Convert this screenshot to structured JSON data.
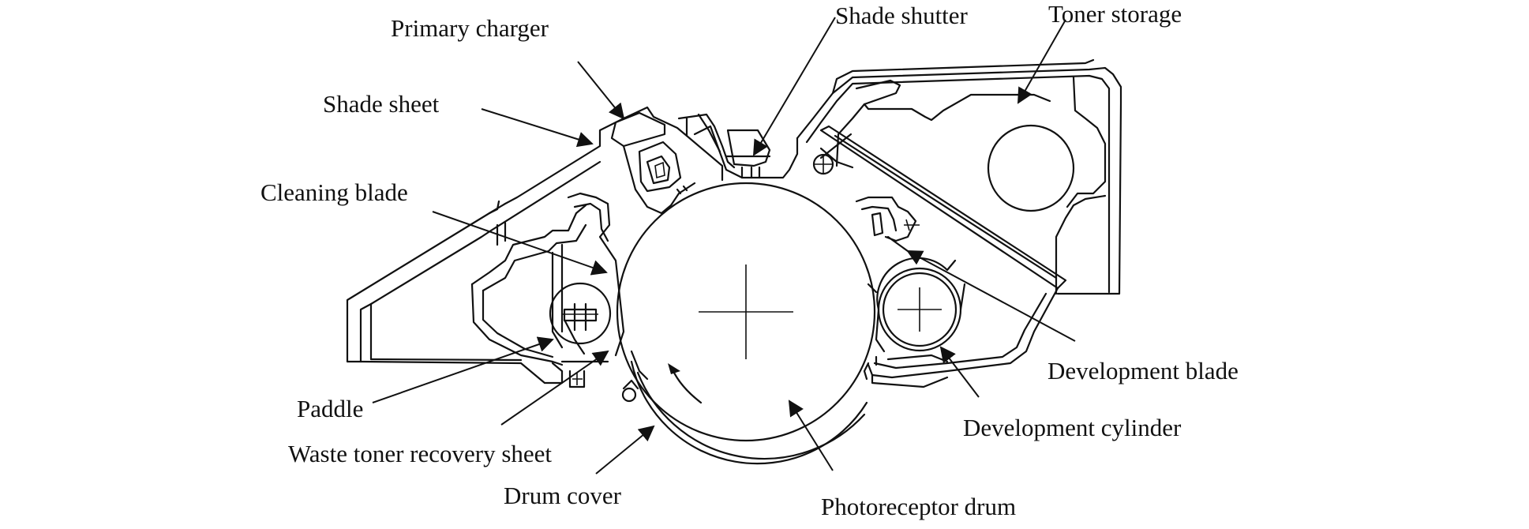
{
  "diagram": {
    "labels": {
      "primary_charger": "Primary  charger",
      "shade_sheet": "Shade sheet",
      "cleaning_blade": "Cleaning blade",
      "paddle": "Paddle",
      "waste_toner_recovery_sheet": "Waste toner recovery sheet",
      "drum_cover": "Drum cover",
      "photoreceptor_drum": "Photoreceptor drum",
      "development_cylinder": "Development cylinder",
      "development_blade": "Development blade",
      "shade_shutter": "Shade shutter",
      "toner_storage": "Toner storage"
    },
    "line_color": "#111111",
    "background": "#ffffff"
  }
}
